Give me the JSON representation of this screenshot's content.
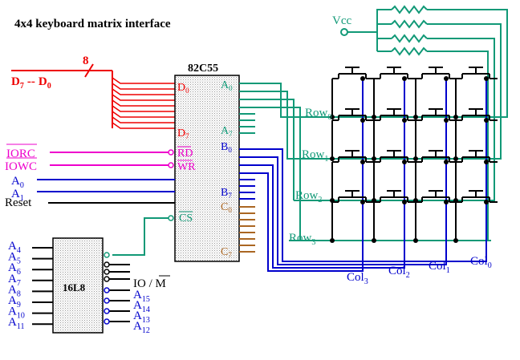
{
  "title": "4x4  keyboard  matrix  interface",
  "chip_8255": {
    "name": "82C55",
    "pins": {
      "d0": "D",
      "d0_sub": "0",
      "d7": "D",
      "d7_sub": "7",
      "a0": "A",
      "a0_sub": "0",
      "a7": "A",
      "a7_sub": "7",
      "b0": "B",
      "b0_sub": "0",
      "b7": "B",
      "b7_sub": "7",
      "c0": "C",
      "c0_sub": "0",
      "c7": "C",
      "c7_sub": "7",
      "rd": "RD",
      "wr": "WR",
      "cs": "CS"
    }
  },
  "chip_pld": {
    "name": "16L8"
  },
  "bus": {
    "label_d7": "D",
    "label_d7_sub": "7",
    "label_sep": "--",
    "label_d0": "D",
    "label_d0_sub": "0",
    "width": "8"
  },
  "signals": {
    "iorc": "IORC",
    "iowc": "IOWC",
    "a0": "A",
    "a0_sub": "0",
    "a1": "A",
    "a1_sub": "1",
    "reset": "Reset",
    "io_m": "IO / M"
  },
  "pld_inputs": [
    {
      "t": "A",
      "s": "4"
    },
    {
      "t": "A",
      "s": "5"
    },
    {
      "t": "A",
      "s": "6"
    },
    {
      "t": "A",
      "s": "7"
    },
    {
      "t": "A",
      "s": "8"
    },
    {
      "t": "A",
      "s": "9"
    },
    {
      "t": "A",
      "s": "10"
    },
    {
      "t": "A",
      "s": "11"
    }
  ],
  "pld_right_inputs": [
    {
      "t": "A",
      "s": "15"
    },
    {
      "t": "A",
      "s": "14"
    },
    {
      "t": "A",
      "s": "13"
    },
    {
      "t": "A",
      "s": "12"
    }
  ],
  "rows": [
    {
      "t": "Row",
      "s": "0"
    },
    {
      "t": "Row",
      "s": "1"
    },
    {
      "t": "Row",
      "s": "2"
    },
    {
      "t": "Row",
      "s": "3"
    }
  ],
  "cols": [
    {
      "t": "Col",
      "s": "3"
    },
    {
      "t": "Col",
      "s": "2"
    },
    {
      "t": "Col",
      "s": "1"
    },
    {
      "t": "Col",
      "s": "0"
    }
  ],
  "vcc": "Vcc",
  "colors": {
    "red": "#ee0000",
    "teal": "#119977",
    "blue": "#0000cc",
    "magenta": "#ee00cc",
    "brown": "#aa6622",
    "black": "#000000"
  }
}
